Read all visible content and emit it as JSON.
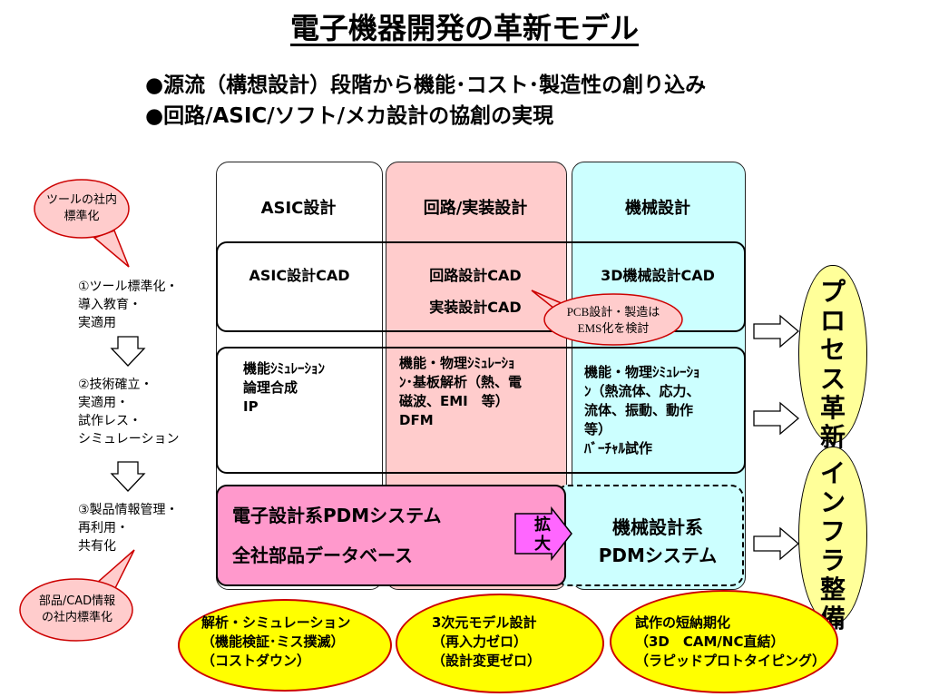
{
  "title": "電子機器開発の革新モデル",
  "bullets": [
    "●源流（構想設計）段階から機能･コスト･製造性の創り込み",
    "●回路/ASIC/ソフト/メカ設計の協創の実現"
  ],
  "columns": [
    {
      "header": "ASIC設計",
      "cad": "ASIC設計CAD",
      "sim": "機能ｼﾐｭﾚｰｼｮﾝ\n論理合成\nIP"
    },
    {
      "header": "回路/実装設計",
      "cad": "回路設計CAD",
      "cad2": "実装設計CAD",
      "sim": "機能・物理ｼﾐｭﾚｰｼｮ\nﾝ･基板解析（熱、電\n磁波、EMI　等）\nDFM"
    },
    {
      "header": "機械設計",
      "cad": "3D機械設計CAD",
      "sim": "機能・物理ｼﾐｭﾚｰｼｮ\nﾝ（熱流体、応力、\n流体、振動、動作\n等）\nﾊﾞｰﾁｬﾙ試作"
    }
  ],
  "pdm": {
    "line1": "電子設計系PDMシステム",
    "line2": "全社部品データベース",
    "expand": "拡\n大",
    "mech1": "機械設計系",
    "mech2": "PDMシステム"
  },
  "callouts": {
    "tool": "ツールの社内\n標準化",
    "pcb": "PCB設計・製造は\nEMS化を検討",
    "parts": "部品/CAD情報\nの社内標準化"
  },
  "steps": [
    "①ツール標準化・\n導入教育・\n実適用",
    "②技術確立・\n実適用・\n試作レス・\nシミュレーション",
    "③製品情報管理・\n再利用・\n共有化"
  ],
  "right": {
    "process": "プロセス革新",
    "infra": "インフラ整備"
  },
  "ellipses": [
    "解析・シミュレーション\n（機能検証･ミス撲滅）\n（コストダウン）",
    "3次元モデル設計\n（再入力ゼロ）\n（設計変更ゼロ）",
    "試作の短納期化\n（3D　CAM/NC直結）\n（ラピッドプロトタイピング）"
  ],
  "colors": {
    "pink_col": "#ffcccc",
    "cyan_col": "#ccffff",
    "pdm_pink": "#ff99cc",
    "magenta": "#ff66ff",
    "yellow": "#ffff00",
    "pale_yellow": "#ffff99",
    "callout_pink": "#ffcccc"
  }
}
